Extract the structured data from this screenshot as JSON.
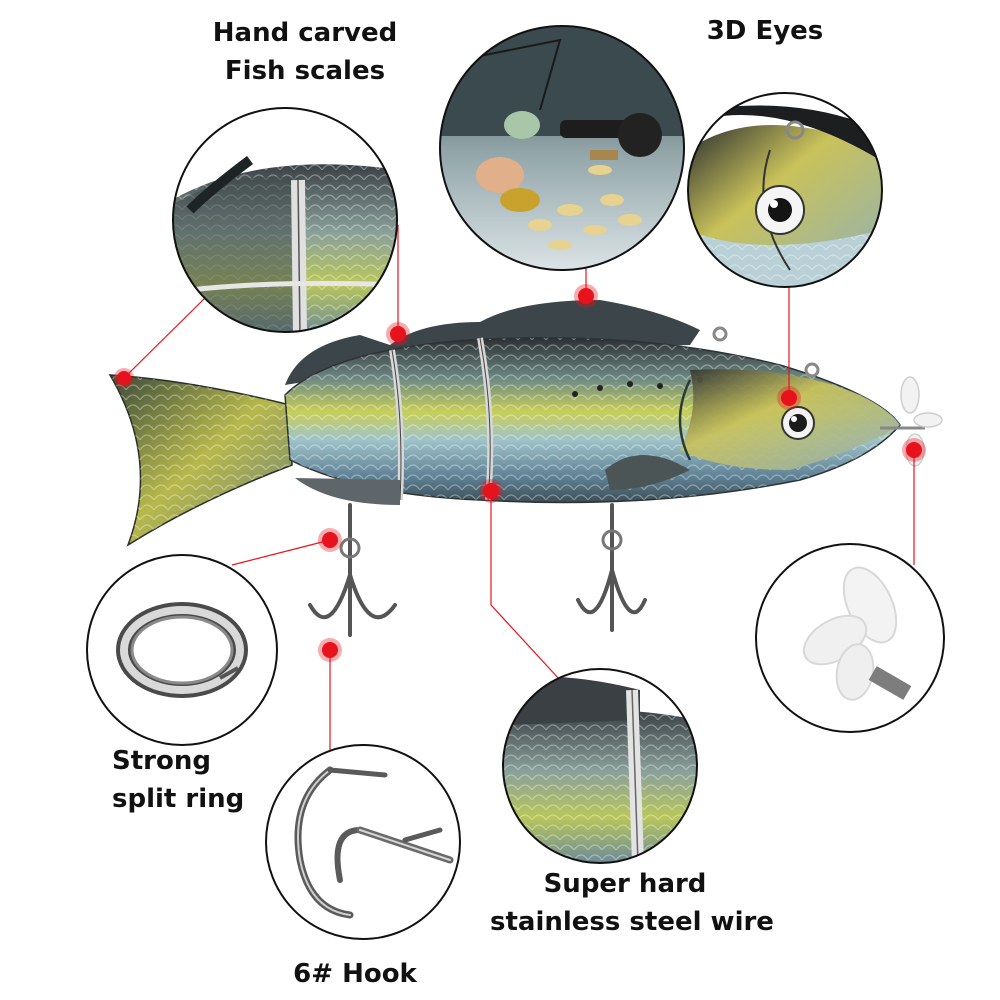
{
  "labels": {
    "scales": [
      "Hand carved",
      "Fish scales"
    ],
    "eyes": [
      "3D Eyes"
    ],
    "ring": [
      "Strong",
      "split ring"
    ],
    "wire": [
      "Super hard",
      "stainless steel wire"
    ],
    "hook": [
      "6# Hook"
    ]
  },
  "colors": {
    "marker": "#e8121c",
    "leader": "#e8121c",
    "circle_border": "#111111"
  }
}
